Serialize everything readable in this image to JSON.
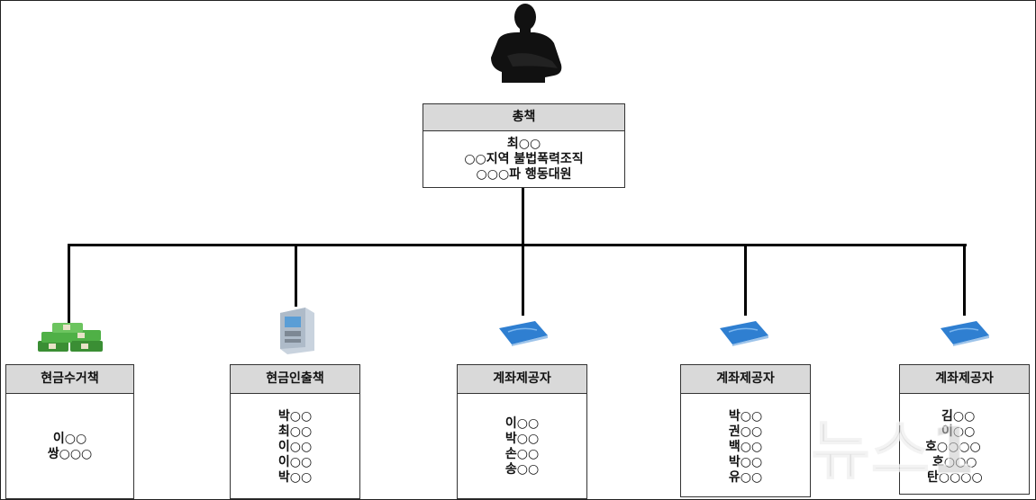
{
  "boss": {
    "role": "총책",
    "lines": [
      "최○○",
      "○○지역 불법폭력조직",
      "○○○파 행동대원"
    ]
  },
  "subordinates": [
    {
      "role": "현금수거책",
      "icon": "cash-stack-icon",
      "names": [
        "이○○",
        "쌍○○○"
      ]
    },
    {
      "role": "현금인출책",
      "icon": "atm-icon",
      "names": [
        "박○○",
        "최○○",
        "이○○",
        "이○○",
        "박○○"
      ]
    },
    {
      "role": "계좌제공자",
      "icon": "bankbook-icon",
      "names": [
        "이○○",
        "박○○",
        "손○○",
        "송○○"
      ]
    },
    {
      "role": "계좌제공자",
      "icon": "bankbook-icon",
      "names": [
        "박○○",
        "권○○",
        "백○○",
        "박○○",
        "유○○"
      ]
    },
    {
      "role": "계좌제공자",
      "icon": "bankbook-icon",
      "names": [
        "김○○",
        "이○○",
        "호○○○○",
        "호○○○",
        "탄○○○○"
      ]
    }
  ],
  "watermark": "뉴스1",
  "colors": {
    "header_bg": "#d9d9d9",
    "cash": "#3fa33a",
    "bankbook": "#2f7fd1"
  }
}
